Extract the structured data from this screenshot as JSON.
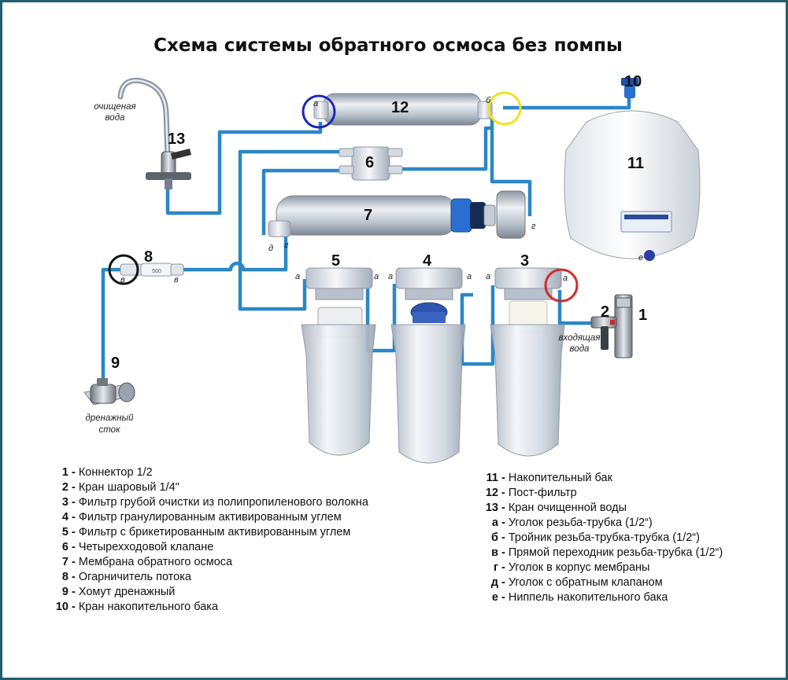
{
  "title": "Схема системы обратного осмоса без помпы",
  "components": {
    "c1": "1",
    "c2": "2",
    "c3": "3",
    "c4": "4",
    "c5": "5",
    "c6": "6",
    "c7": "7",
    "c8": "8",
    "c9": "9",
    "c10": "10",
    "c11": "11",
    "c12": "12",
    "c13": "13"
  },
  "fitting_letters": {
    "a": "а",
    "b": "б",
    "v": "в",
    "g": "г",
    "d": "д",
    "e": "е"
  },
  "labels": {
    "clean_water_1": "очищеная",
    "clean_water_2": "вода",
    "input_water_1": "входящая",
    "input_water_2": "вода",
    "drain_1": "дренажный",
    "drain_2": "сток",
    "restrictor_mark": "500"
  },
  "legend_left": [
    {
      "key": "1",
      "text": "Коннектор 1/2"
    },
    {
      "key": "2",
      "text": "Кран шаровый 1/4\""
    },
    {
      "key": "3",
      "text": "Фильтр грубой очистки  из полипропиленового волокна"
    },
    {
      "key": "4",
      "text": "Фильтр гранулированным активированным углем"
    },
    {
      "key": "5",
      "text": "Фильтр с брикетированным активированным углем"
    },
    {
      "key": "6",
      "text": "Четырехходовой клапане"
    },
    {
      "key": "7",
      "text": "Мембрана обратного осмоса"
    },
    {
      "key": "8",
      "text": "Огарничитель потока"
    },
    {
      "key": "9",
      "text": "Хомут дренажный"
    },
    {
      "key": "10",
      "text": "Кран накопительного бака"
    }
  ],
  "legend_right": [
    {
      "key": "11",
      "text": "Накопительный бак"
    },
    {
      "key": "12",
      "text": "Пост-фильтр"
    },
    {
      "key": "13",
      "text": "Кран очищенной воды"
    },
    {
      "key": "а",
      "text": "Уголок резьба-трубка (1/2“)"
    },
    {
      "key": "б",
      "text": "Тройник резьба-трубка-трубка (1/2“)"
    },
    {
      "key": "в",
      "text": "Прямой переходник резьба-трубка (1/2“)"
    },
    {
      "key": "г",
      "text": "Уголок в корпус мембраны"
    },
    {
      "key": "д",
      "text": "Уголок с обратным клапаном"
    },
    {
      "key": "е",
      "text": "Ниппель накопительного бака"
    }
  ],
  "colors": {
    "tube": "#2a87c8",
    "circle_blue": "#1a2ab8",
    "circle_yellow": "#f2e21c",
    "circle_red": "#d22a2a",
    "circle_black": "#111111",
    "border": "#1f5f6f"
  }
}
